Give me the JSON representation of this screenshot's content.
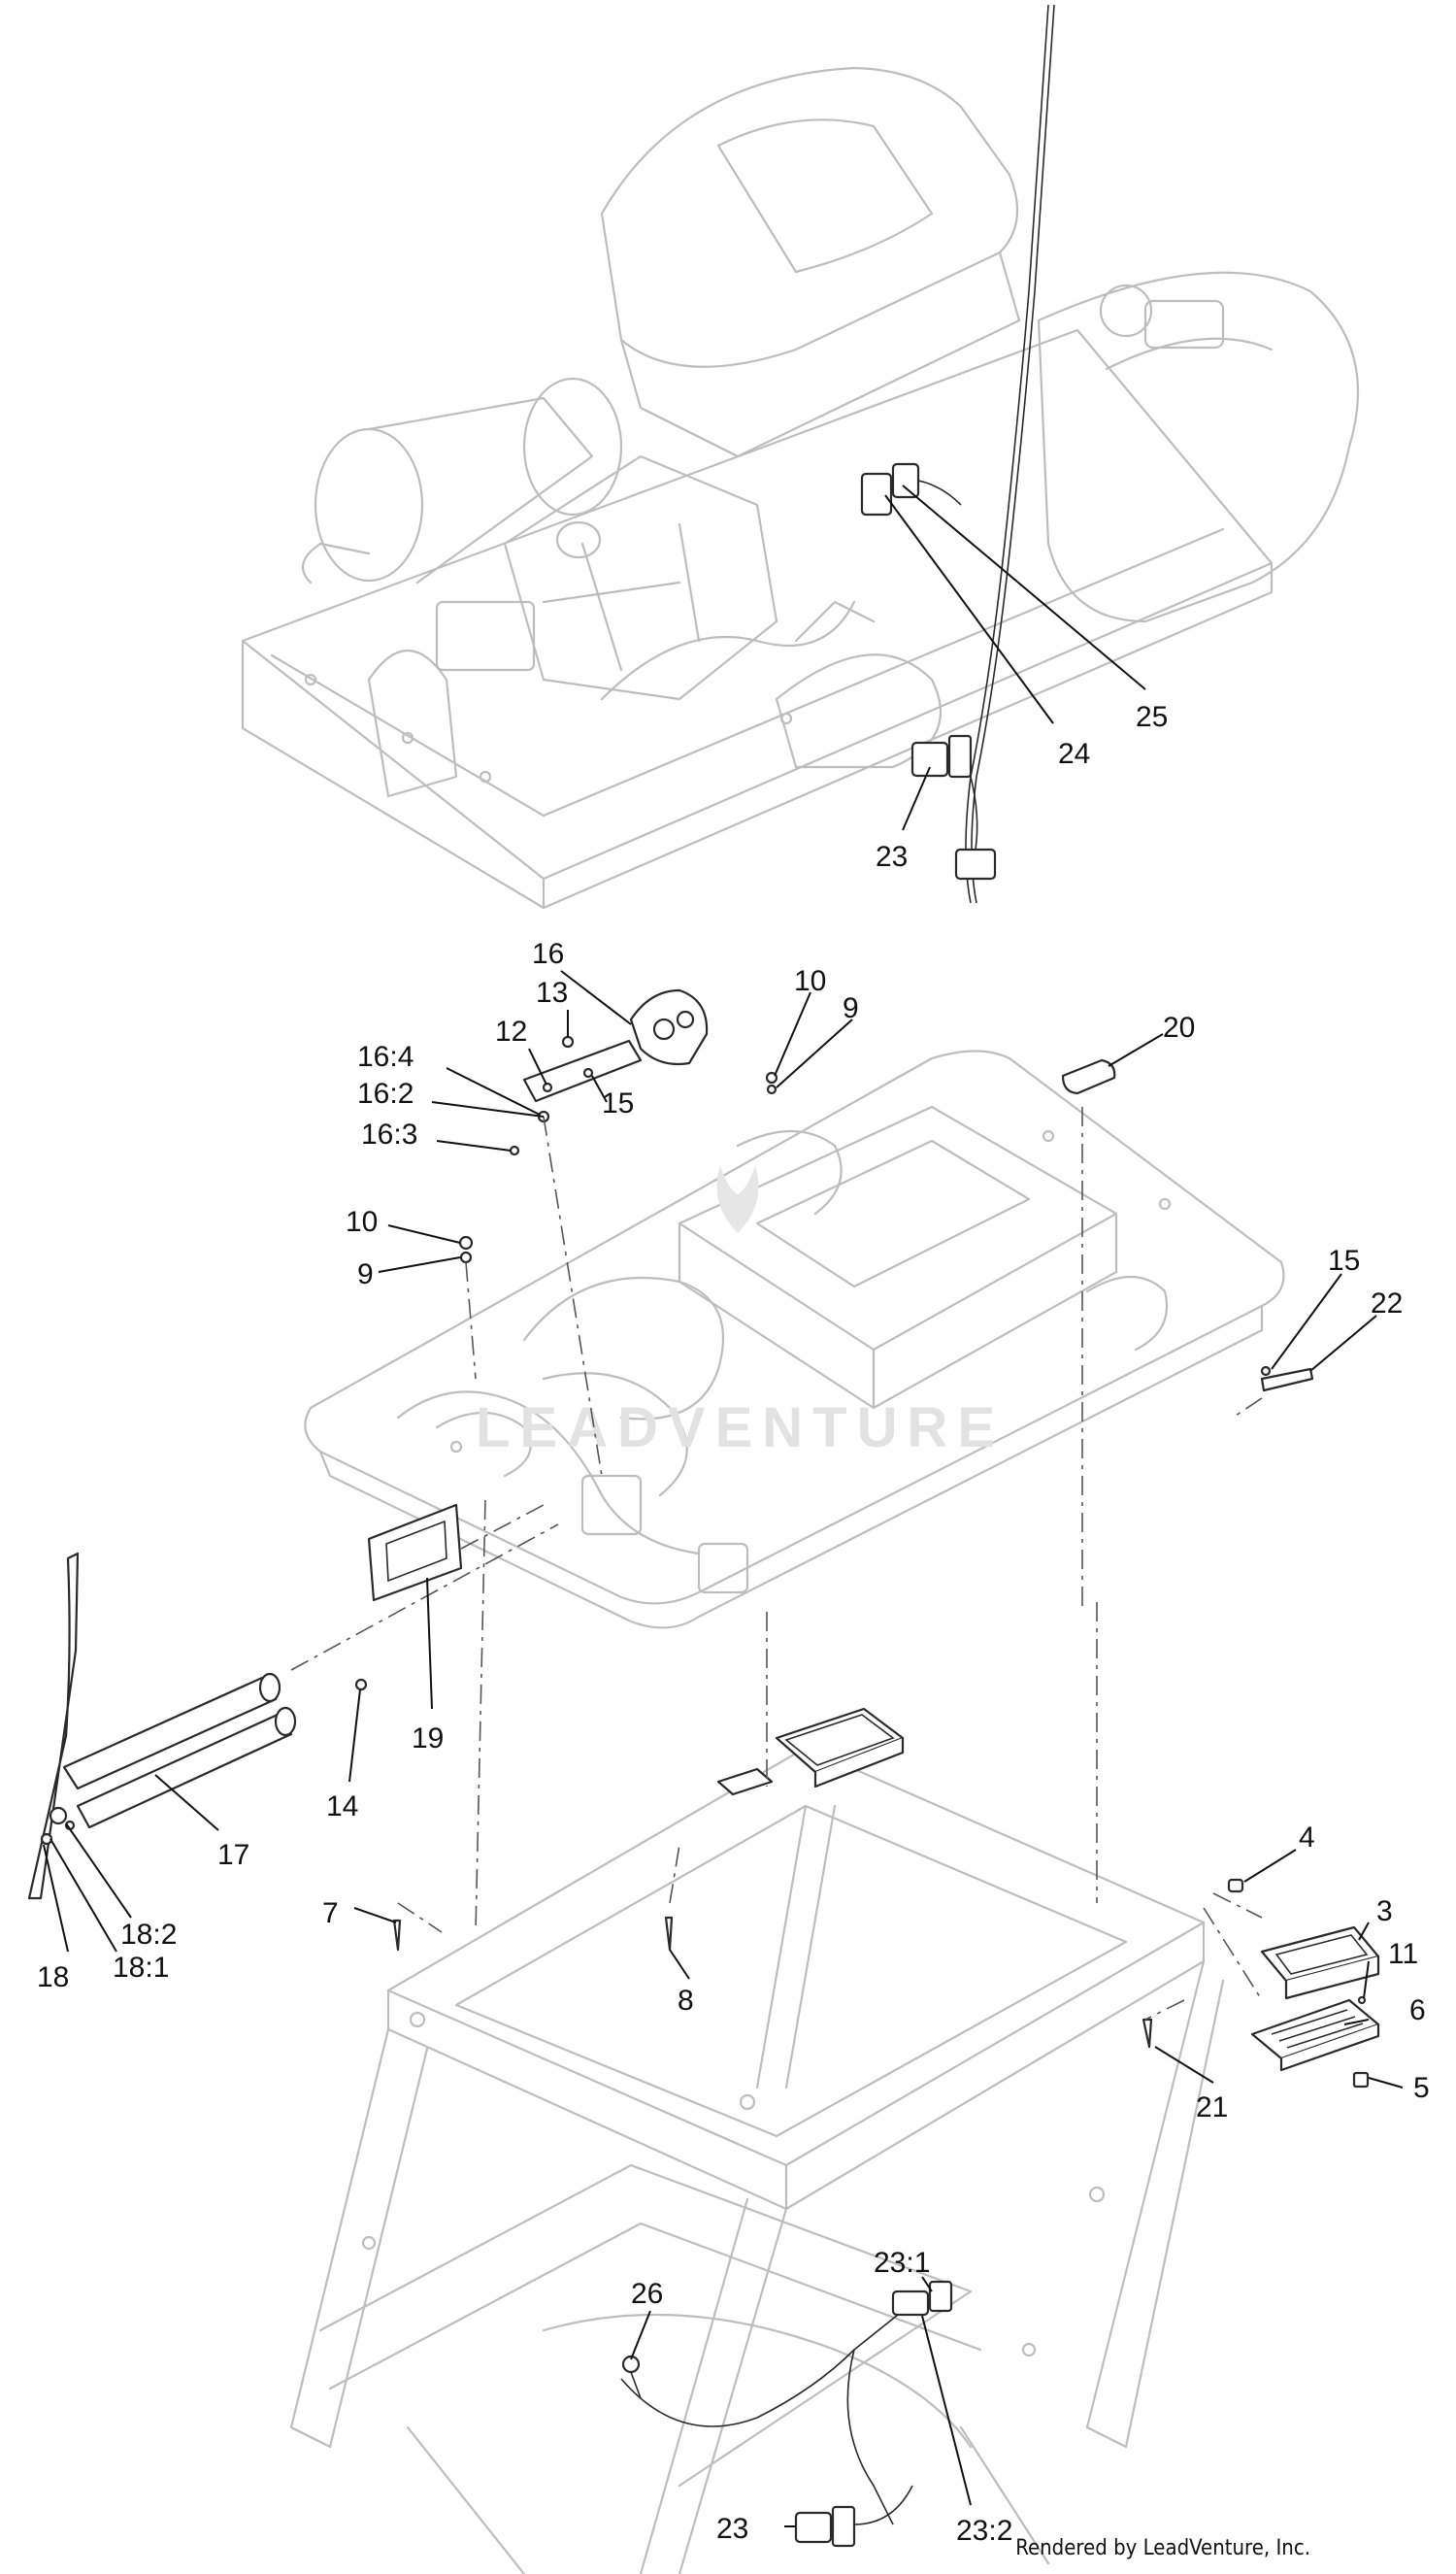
{
  "diagram": {
    "callouts": [
      "25",
      "24",
      "23",
      "16",
      "13",
      "12",
      "16:4",
      "16:2",
      "16:3",
      "10",
      "9",
      "15",
      "20",
      "22",
      "19",
      "14",
      "17",
      "18:2",
      "18:1",
      "18",
      "7",
      "8",
      "4",
      "3",
      "11",
      "6",
      "5",
      "21",
      "23:1",
      "26",
      "23:2"
    ],
    "watermark": "LEADVENTURE",
    "credit": "Rendered by LeadVenture, Inc."
  }
}
